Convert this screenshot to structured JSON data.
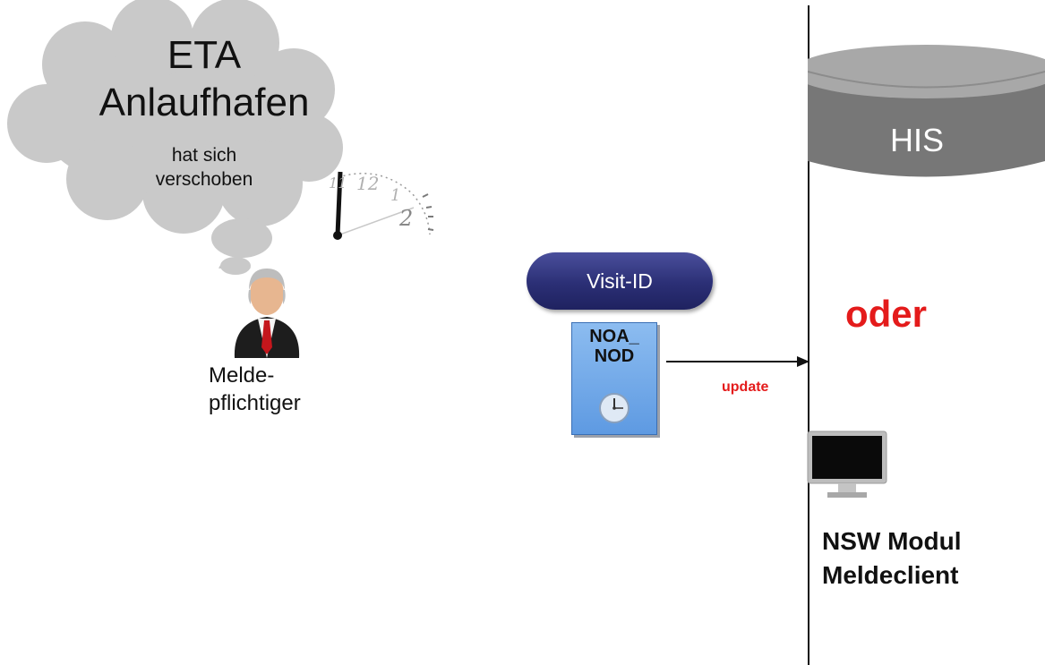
{
  "bubble": {
    "title_line1": "ETA",
    "title_line2": "Anlaufhafen",
    "sub_line1": "hat sich",
    "sub_line2": "verschoben"
  },
  "clock": {
    "numerals": [
      "11",
      "12",
      "1",
      "2"
    ]
  },
  "person": {
    "label_line1": "Melde-",
    "label_line2": "pflichtiger"
  },
  "visit": {
    "label": "Visit-ID"
  },
  "document": {
    "label_line1": "NOA_",
    "label_line2": "NOD"
  },
  "arrow": {
    "label": "update"
  },
  "database": {
    "label": "HIS"
  },
  "alternative": {
    "label": "oder"
  },
  "client": {
    "label_line1": "NSW Modul",
    "label_line2": "Meldeclient"
  },
  "colors": {
    "cloud": "#c9c9c9",
    "pill": "#2b2f75",
    "document": "#6fa7e8",
    "database": "#7a7a7a",
    "highlight_red": "#e41b1b"
  }
}
